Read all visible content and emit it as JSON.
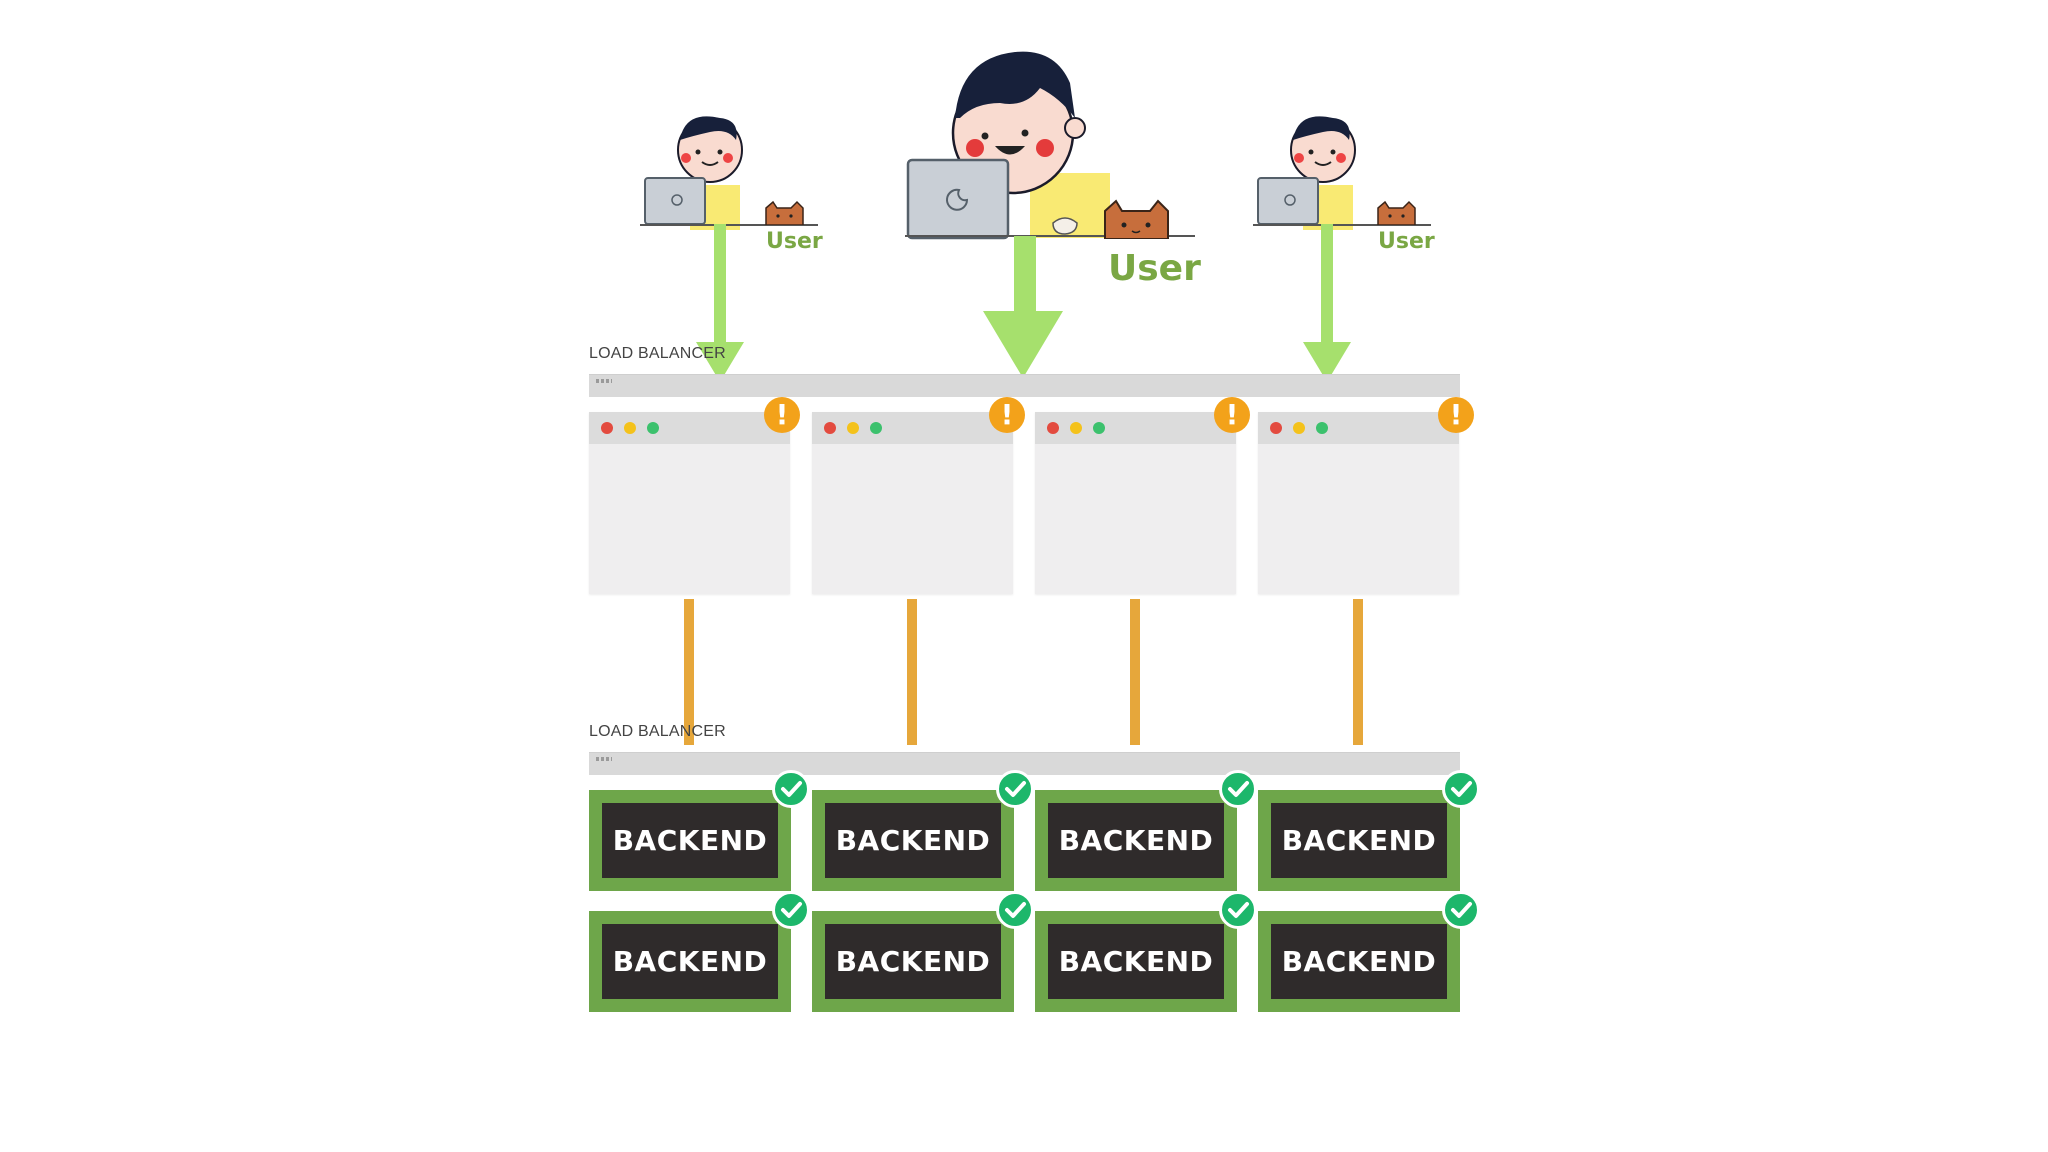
{
  "users": [
    {
      "label": "User",
      "size": "small"
    },
    {
      "label": "User",
      "size": "large"
    },
    {
      "label": "User",
      "size": "small"
    }
  ],
  "load_balancers": [
    {
      "label": "LOAD BALANCER"
    },
    {
      "label": "LOAD BALANCER"
    }
  ],
  "frontend_windows": [
    {
      "status": "warning"
    },
    {
      "status": "warning"
    },
    {
      "status": "warning"
    },
    {
      "status": "warning"
    }
  ],
  "backends": [
    {
      "label": "BACKEND",
      "status": "ok"
    },
    {
      "label": "BACKEND",
      "status": "ok"
    },
    {
      "label": "BACKEND",
      "status": "ok"
    },
    {
      "label": "BACKEND",
      "status": "ok"
    },
    {
      "label": "BACKEND",
      "status": "ok"
    },
    {
      "label": "BACKEND",
      "status": "ok"
    },
    {
      "label": "BACKEND",
      "status": "ok"
    },
    {
      "label": "BACKEND",
      "status": "ok"
    }
  ],
  "icons": {
    "warning": "exclamation-icon",
    "ok": "checkmark-icon",
    "user": "person-with-laptop-icon",
    "pet": "cat-icon",
    "arrow": "down-arrow-icon"
  },
  "colors": {
    "arrow": "#a6e06d",
    "user_label": "#7aa744",
    "connector": "#e6a73b",
    "warning": "#f3a21a",
    "backend_frame": "#6ea64a",
    "backend_fill": "#2f2b2b",
    "check": "#1db76b",
    "window_dot_red": "#e34b3f",
    "window_dot_yellow": "#f4c21b",
    "window_dot_green": "#3cc16d"
  }
}
